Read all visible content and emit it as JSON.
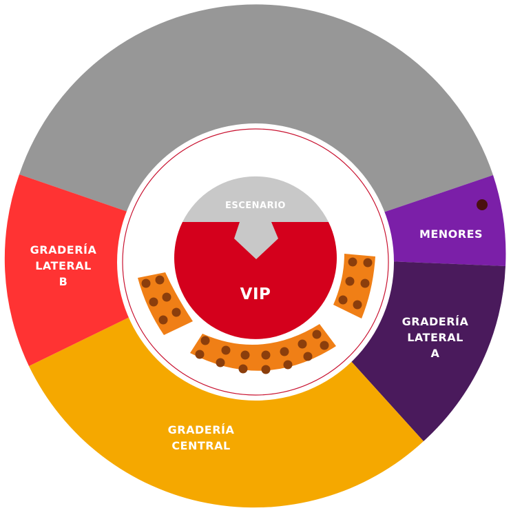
{
  "sections": {
    "escenario": {
      "label": "ESCENARIO"
    },
    "vip": {
      "label": "VIP"
    },
    "menores": {
      "label": "MENORES"
    },
    "lateral_a": {
      "lines": [
        "GRADERÍA",
        "LATERAL",
        "A"
      ]
    },
    "lateral_b": {
      "lines": [
        "GRADERÍA",
        "LATERAL",
        "B"
      ]
    },
    "central": {
      "lines": [
        "GRADERÍA",
        "CENTRAL"
      ]
    }
  },
  "colors": {
    "top_area": "#979797",
    "menores": "#7b1fa8",
    "lateral_a": "#4a1a5c",
    "lateral_b": "#ff3333",
    "central": "#f5a800",
    "vip": "#d4001c",
    "escenario": "#c8c8c8",
    "orange_block": "#f07f16",
    "seat_dot": "#8b3e0c"
  }
}
